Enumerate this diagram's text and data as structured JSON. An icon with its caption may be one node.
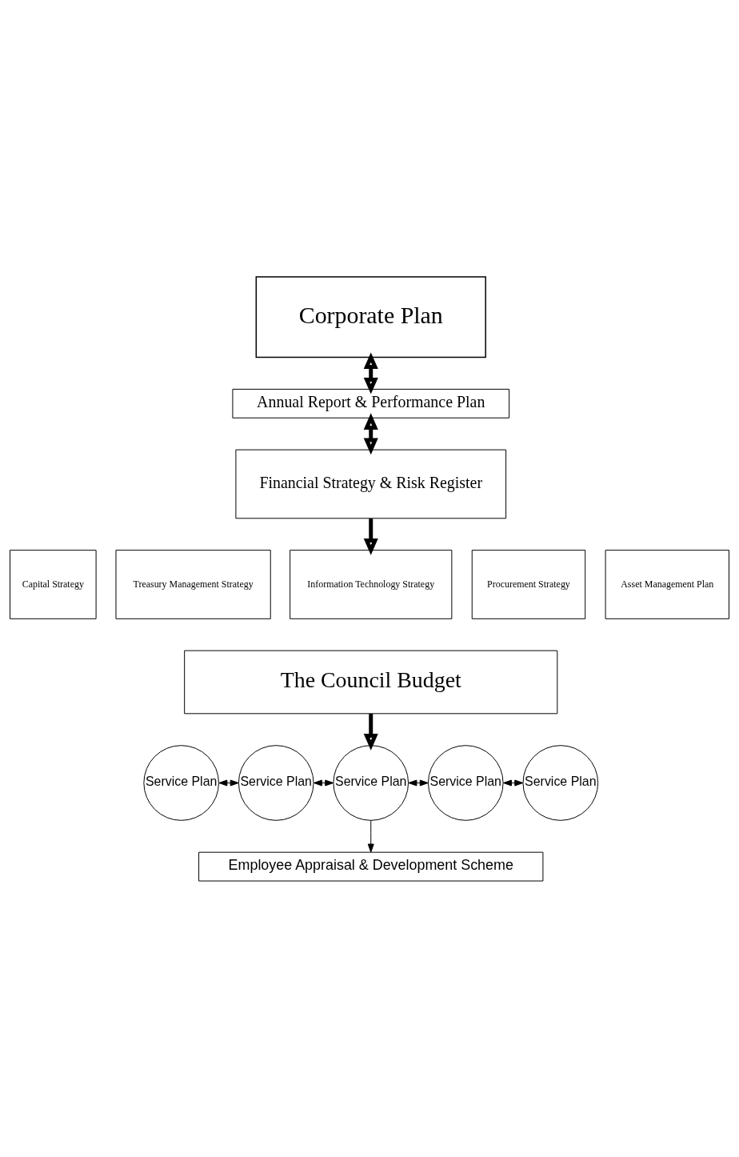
{
  "diagram": {
    "nodes": [
      {
        "text": [
          "Corporate Plan"
        ]
      },
      {
        "text": [
          "Annual Report & Performance Plan"
        ]
      },
      {
        "text": [
          "Financial Strategy & Risk Register"
        ]
      },
      {
        "text": [
          "Capital Strategy"
        ]
      },
      {
        "text": [
          "Treasury Management Strategy"
        ]
      },
      {
        "text": [
          "Information Technology Strategy"
        ]
      },
      {
        "text": [
          "Procurement Strategy"
        ]
      },
      {
        "text": [
          "Asset Management Plan"
        ]
      },
      {
        "text": [
          "The Council Budget"
        ]
      },
      {
        "text": [
          "Service Plan"
        ]
      },
      {
        "text": [
          "Service Plan"
        ]
      },
      {
        "text": [
          "Service Plan"
        ]
      },
      {
        "text": [
          "Service Plan"
        ]
      },
      {
        "text": [
          "Service Plan"
        ]
      },
      {
        "text": [
          "Employee Appraisal & Development Scheme"
        ]
      }
    ],
    "edges": [
      {
        "from": 0,
        "to": 1,
        "arrow": "both",
        "style": "thick"
      },
      {
        "from": 1,
        "to": 2,
        "arrow": "both",
        "style": "thick"
      },
      {
        "from": 2,
        "to": 5,
        "arrow": "to",
        "style": "thick"
      },
      {
        "from": 8,
        "to": 11,
        "arrow": "to",
        "style": "thick"
      },
      {
        "from": 9,
        "to": 10,
        "arrow": "both"
      },
      {
        "from": 10,
        "to": 11,
        "arrow": "both"
      },
      {
        "from": 11,
        "to": 12,
        "arrow": "both"
      },
      {
        "from": 12,
        "to": 13,
        "arrow": "both"
      },
      {
        "from": 11,
        "to": 14,
        "arrow": "to"
      }
    ]
  }
}
